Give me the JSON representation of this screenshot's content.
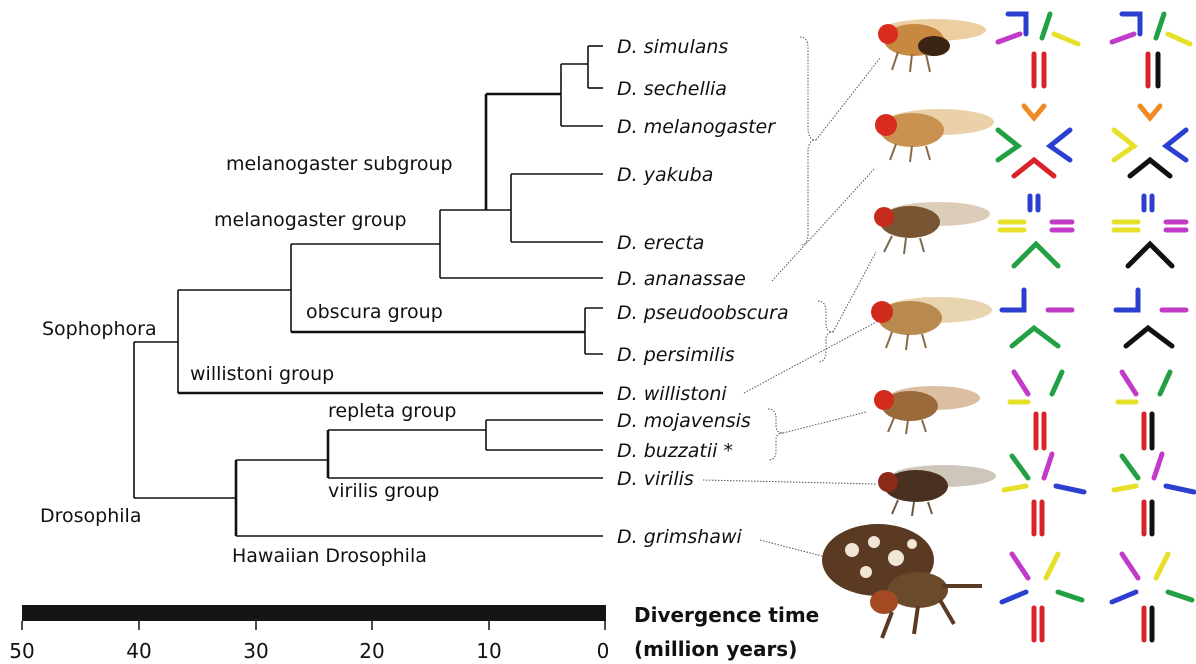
{
  "species": [
    "D. simulans",
    "D. sechellia",
    "D. melanogaster",
    "D. yakuba",
    "D. erecta",
    "D. ananassae",
    "D. pseudoobscura",
    "D. persimilis",
    "D. willistoni",
    "D. mojavensis",
    "D. buzzatii *",
    "D. virilis",
    "D. grimshawi"
  ],
  "clades": {
    "melanogaster_subgroup": "melanogaster subgroup",
    "melanogaster_group": "melanogaster group",
    "obscura_group": "obscura group",
    "sophophora": "Sophophora",
    "willistoni_group": "willistoni group",
    "repleta_group": "repleta group",
    "virilis_group": "virilis group",
    "drosophila": "Drosophila",
    "hawaiian": "Hawaiian Drosophila"
  },
  "axis": {
    "ticks": [
      "50",
      "40",
      "30",
      "20",
      "10",
      "0"
    ],
    "title_line1": "Divergence time",
    "title_line2": "(million years)"
  },
  "chromosome_colors": {
    "blue": "#2b3fd0",
    "magenta": "#c23bc8",
    "yellow": "#e6e02a",
    "green": "#23a043",
    "red": "#d8232a",
    "orange": "#f08a24",
    "black": "#111111"
  }
}
